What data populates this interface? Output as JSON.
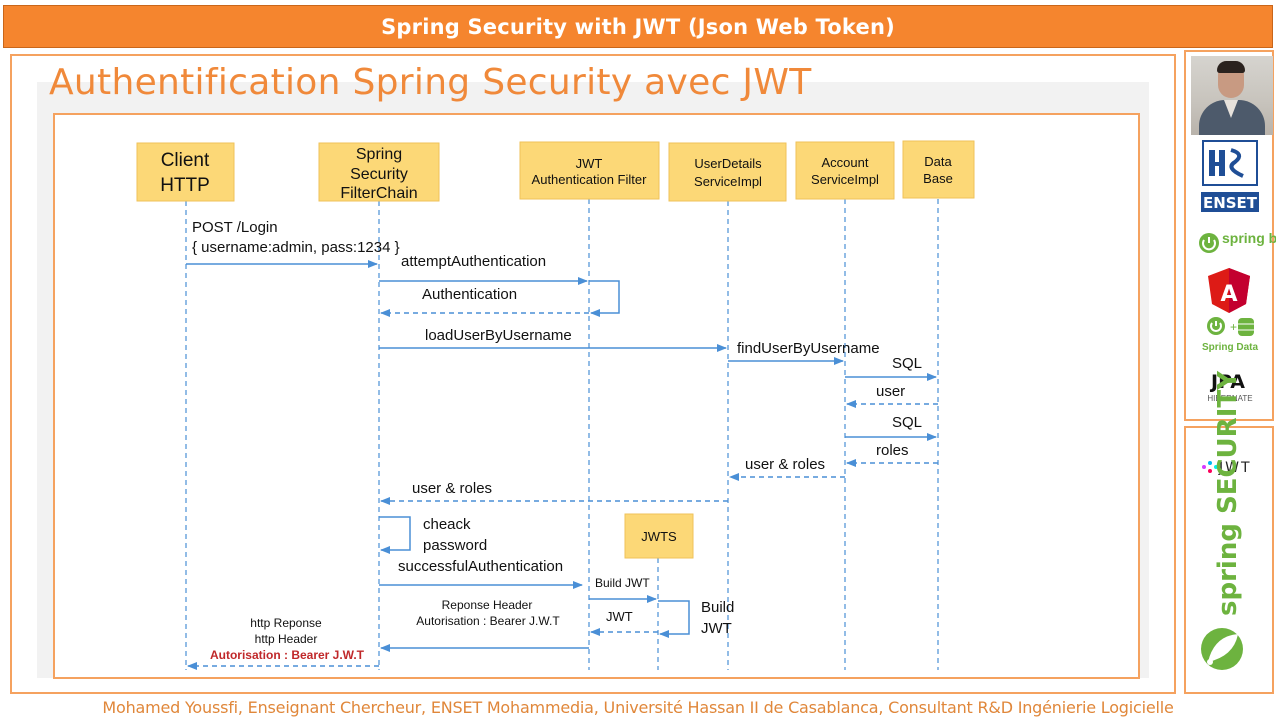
{
  "header": {
    "title": "Spring Security with JWT (Json Web Token)"
  },
  "slide": {
    "title": "Authentification Spring Security avec JWT"
  },
  "diagram": {
    "participants": [
      {
        "label_lines": [
          "Client",
          "HTTP"
        ]
      },
      {
        "label_lines": [
          "Spring",
          "Security",
          "FilterChain"
        ]
      },
      {
        "label_lines": [
          "JWT",
          "Authentication Filter"
        ]
      },
      {
        "label_lines": [
          "UserDetails",
          "ServiceImpl"
        ]
      },
      {
        "label_lines": [
          "Account",
          "ServiceImpl"
        ]
      },
      {
        "label_lines": [
          "Data",
          "Base"
        ]
      },
      {
        "label_lines": [
          "JWTS"
        ]
      }
    ],
    "messages": [
      {
        "lines": [
          "POST /Login",
          "{ username:admin, pass:1234 }"
        ]
      },
      {
        "lines": [
          "attemptAuthentication"
        ]
      },
      {
        "lines": [
          "Authentication"
        ]
      },
      {
        "lines": [
          "loadUserByUsername"
        ]
      },
      {
        "lines": [
          "findUserByUsername"
        ]
      },
      {
        "lines": [
          "SQL"
        ]
      },
      {
        "lines": [
          "user"
        ]
      },
      {
        "lines": [
          "SQL"
        ]
      },
      {
        "lines": [
          "roles"
        ]
      },
      {
        "lines": [
          "user & roles"
        ]
      },
      {
        "lines": [
          "user & roles"
        ]
      },
      {
        "lines": [
          "cheack",
          "password"
        ]
      },
      {
        "lines": [
          "successfulAuthentication"
        ]
      },
      {
        "lines": [
          "Build JWT"
        ]
      },
      {
        "lines": [
          "Build",
          "JWT"
        ]
      },
      {
        "lines": [
          "JWT"
        ]
      },
      {
        "lines": [
          "Reponse Header",
          "Autorisation : Bearer J.W.T"
        ]
      },
      {
        "lines": [
          "http Reponse",
          "http Header"
        ]
      },
      {
        "lines": [
          "Autorisation : Bearer J.W.T"
        ]
      }
    ]
  },
  "sidebar": {
    "logos": [
      {
        "name": "enset-logo",
        "text": "ENSET"
      },
      {
        "name": "spring-boot-logo",
        "text": "spring boot"
      },
      {
        "name": "angular-logo",
        "text": "A"
      },
      {
        "name": "spring-data-logo",
        "text": "Spring Data"
      },
      {
        "name": "jpa-logo",
        "text": "JPA"
      },
      {
        "name": "hibernate-logo",
        "text": "HIBERNATE"
      },
      {
        "name": "jwt-logo",
        "text": "JWT"
      },
      {
        "name": "spring-security-logo",
        "text": "spring SECURITY"
      }
    ]
  },
  "footer": {
    "text": "Mohamed Youssfi, Enseignant Chercheur, ENSET Mohammedia, Université Hassan II de Casablanca, Consultant R&D Ingénierie Logicielle"
  },
  "colors": {
    "header_bg": "#f5852e",
    "accent": "#f0893a",
    "participant_fill": "#fcd877",
    "arrow_blue": "#4a8fd6",
    "highlight_red": "#c0282a"
  }
}
